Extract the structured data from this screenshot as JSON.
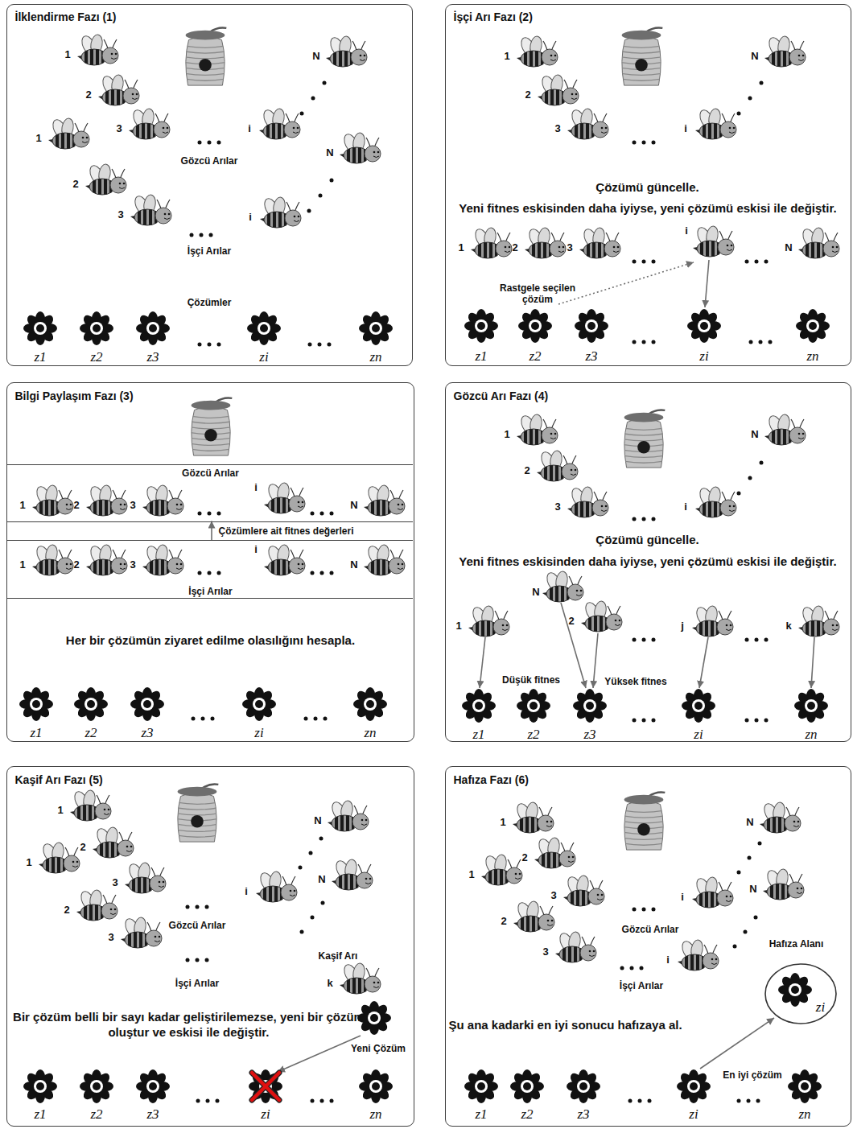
{
  "diagram": {
    "nodes": [
      {
        "text": [
          "İlklendirme Fazı (1)"
        ]
      },
      {
        "text": [
          "İşçi Arı Fazı (2)",
          "Çözümü güncelle.",
          "Yeni fitnes eskisinden daha iyiyse, yeni çözümü eskisi ile değiştir."
        ]
      },
      {
        "text": [
          "Bilgi Paylaşım Fazı (3)",
          "Her bir çözümün ziyaret edilme olasılığını hesapla."
        ]
      },
      {
        "text": [
          "Gözcü Arılar"
        ],
        "in": 2
      },
      {
        "text": [
          "Çözümlere ait fitnes değerleri"
        ],
        "in": 2
      },
      {
        "text": [
          "İşçi Arılar"
        ],
        "in": 2
      },
      {
        "text": [
          "Gözcü Arı Fazı (4)",
          "Çözümü güncelle.",
          "Yeni fitnes eskisinden daha iyiyse, yeni çözümü eskisi ile değiştir."
        ]
      },
      {
        "text": [
          "Kaşif Arı Fazı (5)",
          "Bir çözüm belli bir sayı kadar geliştirilemezse, yeni bir çözüm oluştur ve eskisi ile değiştir."
        ]
      },
      {
        "text": [
          "Hafıza Fazı (6)",
          "Şu ana kadarki en iyi sonucu hafızaya al."
        ]
      },
      {
        "text": [
          "Hafıza Alanı",
          "zi"
        ],
        "in": 8
      }
    ],
    "edges": [
      {
        "from": 5,
        "to": 3,
        "arrow": "to"
      }
    ],
    "labels": [
      "1",
      "2",
      "3",
      "i",
      "N",
      "Gözcü Arılar",
      "1",
      "2",
      "3",
      "i",
      "N",
      "İşçi Arılar",
      "Çözümler",
      "z1",
      "z2",
      "z3",
      "zi",
      "zn",
      "1",
      "2",
      "3",
      "i",
      "N",
      "1",
      "2",
      "3",
      "i",
      "N",
      "Rastgele seçilen çözüm",
      "z1",
      "z2",
      "z3",
      "zi",
      "zn",
      "1",
      "2",
      "3",
      "i",
      "N",
      "1",
      "2",
      "3",
      "i",
      "N",
      "z1",
      "z2",
      "z3",
      "zi",
      "zn",
      "1",
      "2",
      "3",
      "i",
      "N",
      "N",
      "1",
      "2",
      "j",
      "k",
      "Düşük fitnes",
      "Yüksek fitnes",
      "z1",
      "z2",
      "z3",
      "zi",
      "zn",
      "1",
      "2",
      "1",
      "3",
      "2",
      "3",
      "i",
      "N",
      "N",
      "Gözcü Arılar",
      "İşçi Arılar",
      "Kaşif Arı",
      "k",
      "Yeni Çözüm",
      "z1",
      "z2",
      "z3",
      "zi",
      "zn",
      "1",
      "2",
      "1",
      "3",
      "i",
      "2",
      "3",
      "i",
      "N",
      "N",
      "Gözcü Arılar",
      "İşçi Arılar",
      "En iyi çözüm",
      "z1",
      "z2",
      "z3",
      "zi",
      "zn"
    ]
  }
}
